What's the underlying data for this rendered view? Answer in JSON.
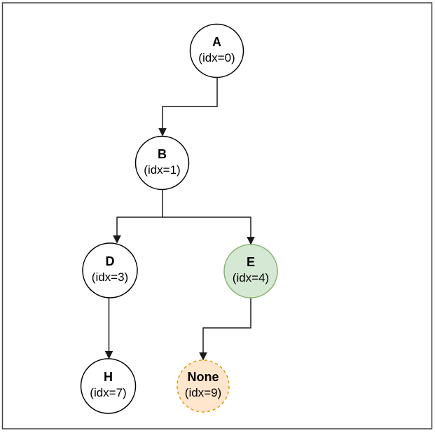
{
  "figure": {
    "background": "#ffffff",
    "border_color": "#404040"
  },
  "tree": {
    "edge_color": "#1a1a1a",
    "nodes": [
      {
        "id": "A",
        "label": "A",
        "sub": "(idx=0)",
        "fill": "#ffffff",
        "stroke": "#000000",
        "border_style": "solid"
      },
      {
        "id": "B",
        "label": "B",
        "sub": "(idx=1)",
        "fill": "#ffffff",
        "stroke": "#000000",
        "border_style": "solid"
      },
      {
        "id": "D",
        "label": "D",
        "sub": "(idx=3)",
        "fill": "#ffffff",
        "stroke": "#000000",
        "border_style": "solid"
      },
      {
        "id": "E",
        "label": "E",
        "sub": "(idx=4)",
        "fill": "#d5e8d4",
        "stroke": "#82b366",
        "border_style": "solid"
      },
      {
        "id": "H",
        "label": "H",
        "sub": "(idx=7)",
        "fill": "#ffffff",
        "stroke": "#000000",
        "border_style": "solid"
      },
      {
        "id": "None",
        "label": "None",
        "sub": "(idx=9)",
        "fill": "#ffe6cc",
        "stroke": "#d79b00",
        "border_style": "dashed"
      }
    ],
    "edges": [
      {
        "from": "A",
        "to": "B"
      },
      {
        "from": "B",
        "to": "D"
      },
      {
        "from": "B",
        "to": "E"
      },
      {
        "from": "D",
        "to": "H"
      },
      {
        "from": "E",
        "to": "None"
      }
    ]
  }
}
